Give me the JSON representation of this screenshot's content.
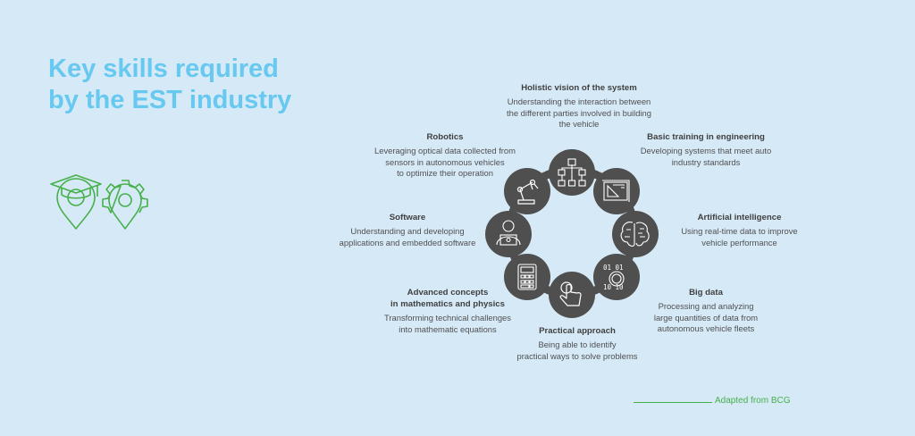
{
  "title": {
    "line1": "Key skills required",
    "line2": "by the EST industry"
  },
  "colors": {
    "title": "#67c8f0",
    "accent_green": "#46b04a",
    "circle": "#4f4f4f",
    "background": "#d6e9f7"
  },
  "logo_icons": [
    "graduation-cap-pin-icon",
    "gear-pin-icon"
  ],
  "skills": [
    {
      "id": "holistic",
      "title": [
        "Holistic vision of the system"
      ],
      "desc": [
        "Understanding the interaction between",
        "the different parties involved in building",
        "the vehicle"
      ],
      "icon": "network-icon"
    },
    {
      "id": "engineering",
      "title": [
        "Basic training in engineering"
      ],
      "desc": [
        "Developing systems that meet auto",
        "industry standards"
      ],
      "icon": "blueprint-icon"
    },
    {
      "id": "ai",
      "title": [
        "Artificial intelligence"
      ],
      "desc": [
        "Using real-time data to improve",
        "vehicle performance"
      ],
      "icon": "brain-icon"
    },
    {
      "id": "bigdata",
      "title": [
        "Big data"
      ],
      "desc": [
        "Processing and analyzing",
        "large quantities of data from",
        "autonomous vehicle fleets"
      ],
      "icon": "binary-data-icon"
    },
    {
      "id": "practical",
      "title": [
        "Practical approach"
      ],
      "desc": [
        "Being able to identify",
        "practical ways to solve problems"
      ],
      "icon": "touch-hand-icon"
    },
    {
      "id": "math",
      "title": [
        "Advanced concepts",
        "in mathematics and physics"
      ],
      "desc": [
        "Transforming technical challenges",
        "into mathematic equations"
      ],
      "icon": "calculator-icon"
    },
    {
      "id": "software",
      "title": [
        "Software"
      ],
      "desc": [
        "Understanding and developing",
        "applications and embedded software"
      ],
      "icon": "developer-laptop-icon"
    },
    {
      "id": "robotics",
      "title": [
        "Robotics"
      ],
      "desc": [
        "Leveraging optical data collected from",
        "sensors in autonomous vehicles",
        "to optimize their operation"
      ],
      "icon": "robot-arm-icon"
    }
  ],
  "credit": "Adapted from BCG"
}
